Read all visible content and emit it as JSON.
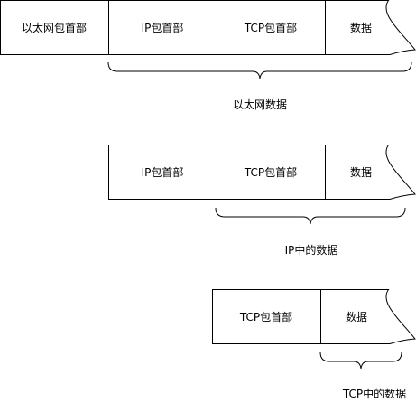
{
  "rows": [
    {
      "segments": [
        "以太网包首部",
        "IP包首部",
        "TCP包首部",
        "数据"
      ],
      "brace_label": "以太网数据"
    },
    {
      "segments": [
        "IP包首部",
        "TCP包首部",
        "数据"
      ],
      "brace_label": "IP中的数据"
    },
    {
      "segments": [
        "TCP包首部",
        "数据"
      ],
      "brace_label": "TCP中的数据"
    }
  ],
  "colors": {
    "stroke": "#000000",
    "background": "#ffffff",
    "text": "#000000"
  }
}
